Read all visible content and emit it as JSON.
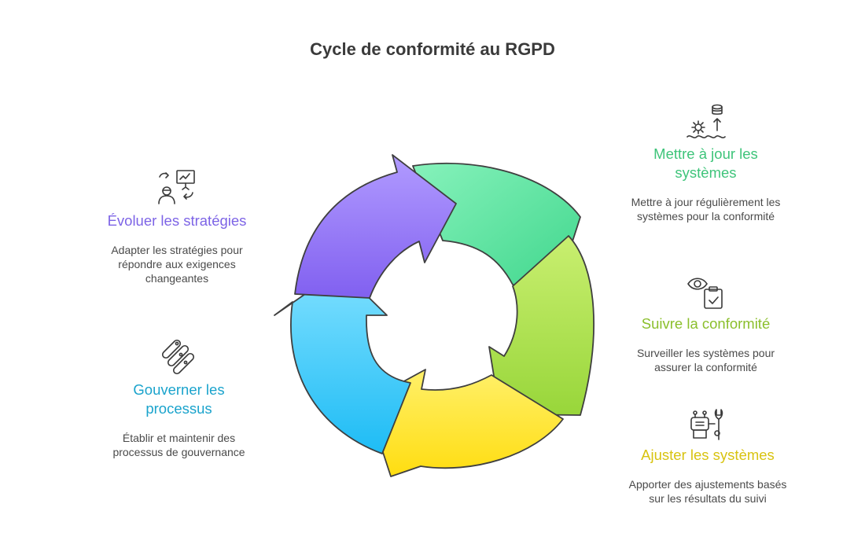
{
  "title": "Cycle de conformité au RGPD",
  "steps": [
    {
      "label": "Mettre à jour les systèmes",
      "description": "Mettre à jour régulièrement les systèmes pour la conformité",
      "color": "#3ec47a",
      "icon": "server-update-icon"
    },
    {
      "label": "Suivre la conformité",
      "description": "Surveiller les systèmes pour assurer la conformité",
      "color": "#8bbf2c",
      "icon": "monitor-checklist-icon"
    },
    {
      "label": "Ajuster les systèmes",
      "description": "Apporter des ajustements basés sur les résultats du suivi",
      "color": "#d8c310",
      "icon": "robot-wrench-icon"
    },
    {
      "label": "Gouverner les processus",
      "description": "Établir et maintenir des processus de gouvernance",
      "color": "#1aa3cc",
      "icon": "links-icon"
    },
    {
      "label": "Évoluer les stratégies",
      "description": "Adapter les stratégies pour répondre aux exigences changeantes",
      "color": "#7d64e6",
      "icon": "strategy-presentation-icon"
    }
  ]
}
